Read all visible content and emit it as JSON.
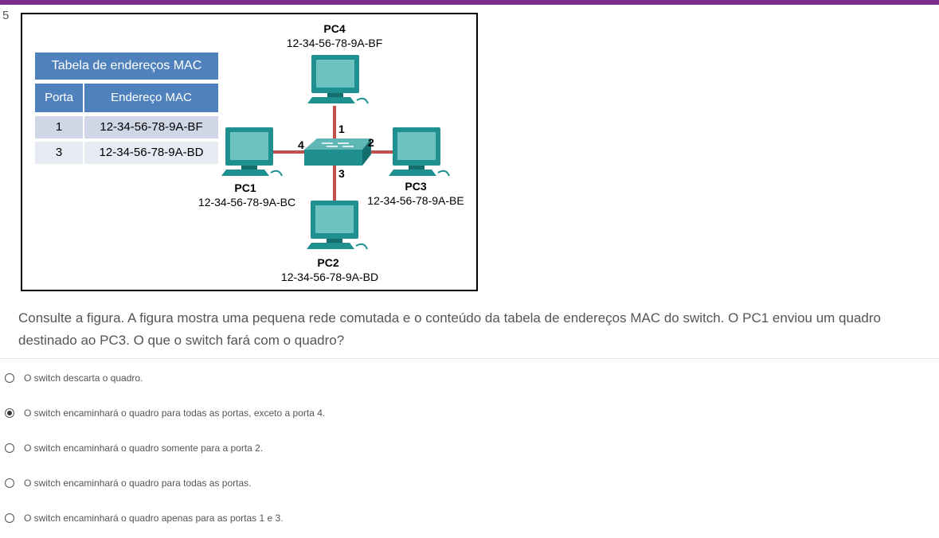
{
  "question_number": "5",
  "figure": {
    "table": {
      "title": "Tabela de endereços MAC",
      "headers": [
        "Porta",
        "Endereço MAC"
      ],
      "rows": [
        [
          "1",
          "12-34-56-78-9A-BF"
        ],
        [
          "3",
          "12-34-56-78-9A-BD"
        ]
      ]
    },
    "hosts": {
      "pc4": {
        "name": "PC4",
        "mac": "12-34-56-78-9A-BF"
      },
      "pc1": {
        "name": "PC1",
        "mac": "12-34-56-78-9A-BC"
      },
      "pc3": {
        "name": "PC3",
        "mac": "12-34-56-78-9A-BE"
      },
      "pc2": {
        "name": "PC2",
        "mac": "12-34-56-78-9A-BD"
      }
    },
    "ports": {
      "top": "1",
      "right": "2",
      "bottom": "3",
      "left": "4"
    },
    "colors": {
      "device": "#1f8f8f",
      "screen": "#6cc3c0",
      "link": "#c0504d",
      "table_header": "#4f81bd"
    }
  },
  "question": "Consulte a figura. A figura mostra uma pequena rede comutada e o conteúdo da tabela de endereços MAC do switch. O PC1 enviou um quadro destinado ao PC3. O que o switch fará com o quadro?",
  "options": [
    {
      "label": "O switch descarta o quadro.",
      "selected": false
    },
    {
      "label": "O switch encaminhará o quadro para todas as portas, exceto a porta 4.",
      "selected": true
    },
    {
      "label": "O switch encaminhará o quadro somente para a porta 2.",
      "selected": false
    },
    {
      "label": "O switch encaminhará o quadro para todas as portas.",
      "selected": false
    },
    {
      "label": "O switch encaminhará o quadro apenas para as portas 1 e 3.",
      "selected": false
    }
  ]
}
